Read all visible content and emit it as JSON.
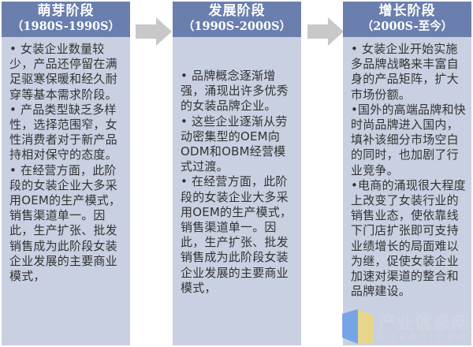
{
  "colors": {
    "header_bg": "#6a7fae",
    "body_bg": "#c9d0e1",
    "header_text": "#ffffff",
    "body_text": "#333333",
    "arrow": "#c8c8c8"
  },
  "stages": [
    {
      "title": "萌芽阶段",
      "period": "（1980S-1990S）",
      "bullets": [
        "• 女装企业数量较少，产品还停留在满足驱寒保暖和经久耐穿等基本需求阶段。",
        "• 产品类型缺乏多样性，选择范围窄，女性消费者对于新产品持相对保守的态度。",
        "• 在经营方面，此阶段的女装企业大多采用OEM的生产模式，销售渠道单一。因此，生产扩张、批发销售成为此阶段女装企业发展的主要商业模式，"
      ]
    },
    {
      "title": "发展阶段",
      "period": "（1990S-2000S）",
      "bullets": [
        "• 品牌概念逐渐增强，涌现出许多优秀的女装品牌企业。",
        "• 这些企业逐渐从劳动密集型的OEM向ODM和OBM经营模式过渡。",
        "• 在经营方面，此阶段的女装企业大多采用OEM的生产模式，销售渠道单一。因此，生产扩张、批发销售成为此阶段女装企业发展的主要商业模式，"
      ]
    },
    {
      "title": "增长阶段",
      "period": "（2000S-至今）",
      "bullets": [
        "• 女装企业开始实施多品牌战略来丰富自身的产品矩阵，扩大市场份额。",
        "•国外的高端品牌和快时尚品牌进入国内，填补该细分市场空白的同时，也加剧了行业竞争。",
        "•电商的涌现很大程度上改变了女装行业的销售业态，使依靠线下门店扩张即可支持业绩增长的局面难以为继，促使女装企业加速对渠道的整合和品牌建设。"
      ]
    }
  ],
  "arrows": [
    {
      "icon": "arrow-right-icon"
    },
    {
      "icon": "arrow-right-icon"
    }
  ],
  "watermark": {
    "text": "产业信息网",
    "url": "huaon.com"
  }
}
